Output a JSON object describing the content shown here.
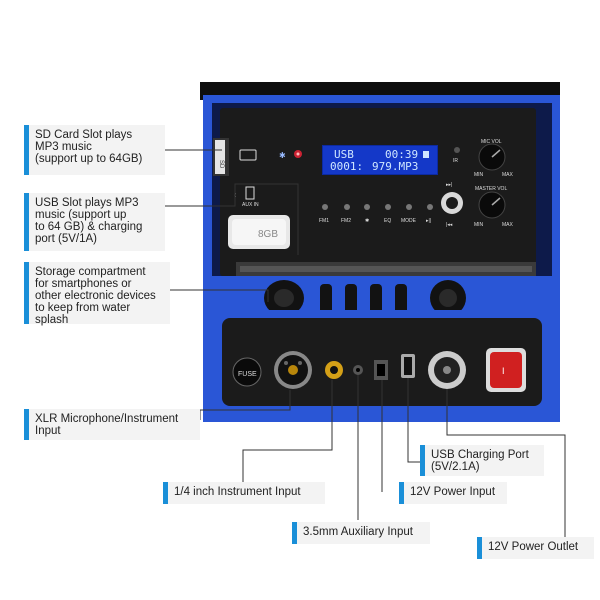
{
  "device": {
    "lcd_line1_left": "USB",
    "lcd_line1_right": "00:39",
    "lcd_line2_left": "0001:",
    "lcd_line2_right": "979.MP3",
    "usb_stick_label": "8GB",
    "knob_top_label": "MIC VOL",
    "knob_bottom_label": "MASTER VOL",
    "knob_min": "MIN",
    "knob_max": "MAX",
    "buttons": [
      "FM1",
      "FM2",
      "EQ",
      "MODE"
    ],
    "aux_label": "AUX IN",
    "ir_label": "IR",
    "fuse_label": "FUSE",
    "sd_label": "SD"
  },
  "callouts": {
    "sd": "SD Card Slot plays\nMP3  music\n(support up to 64GB)",
    "usb": "USB Slot plays MP3\nmusic (support up\nto 64 GB) & charging\nport (5V/1A)",
    "storage": "Storage compartment\nfor smartphones or\nother electronic devices\nto keep from  water\nsplash",
    "xlr": "XLR Microphone/Instrument\nInput",
    "quarter_inch": "1/4 inch Instrument Input",
    "aux": "3.5mm Auxiliary Input",
    "power12": "12V Power Input",
    "usb_charge": "USB Charging Port\n(5V/2.1A)",
    "outlet12": "12V Power Outlet"
  },
  "colors": {
    "accent": "#1a8fd8",
    "body_blue": "#1f4fc4",
    "panel_dark": "#1b1b1b"
  }
}
